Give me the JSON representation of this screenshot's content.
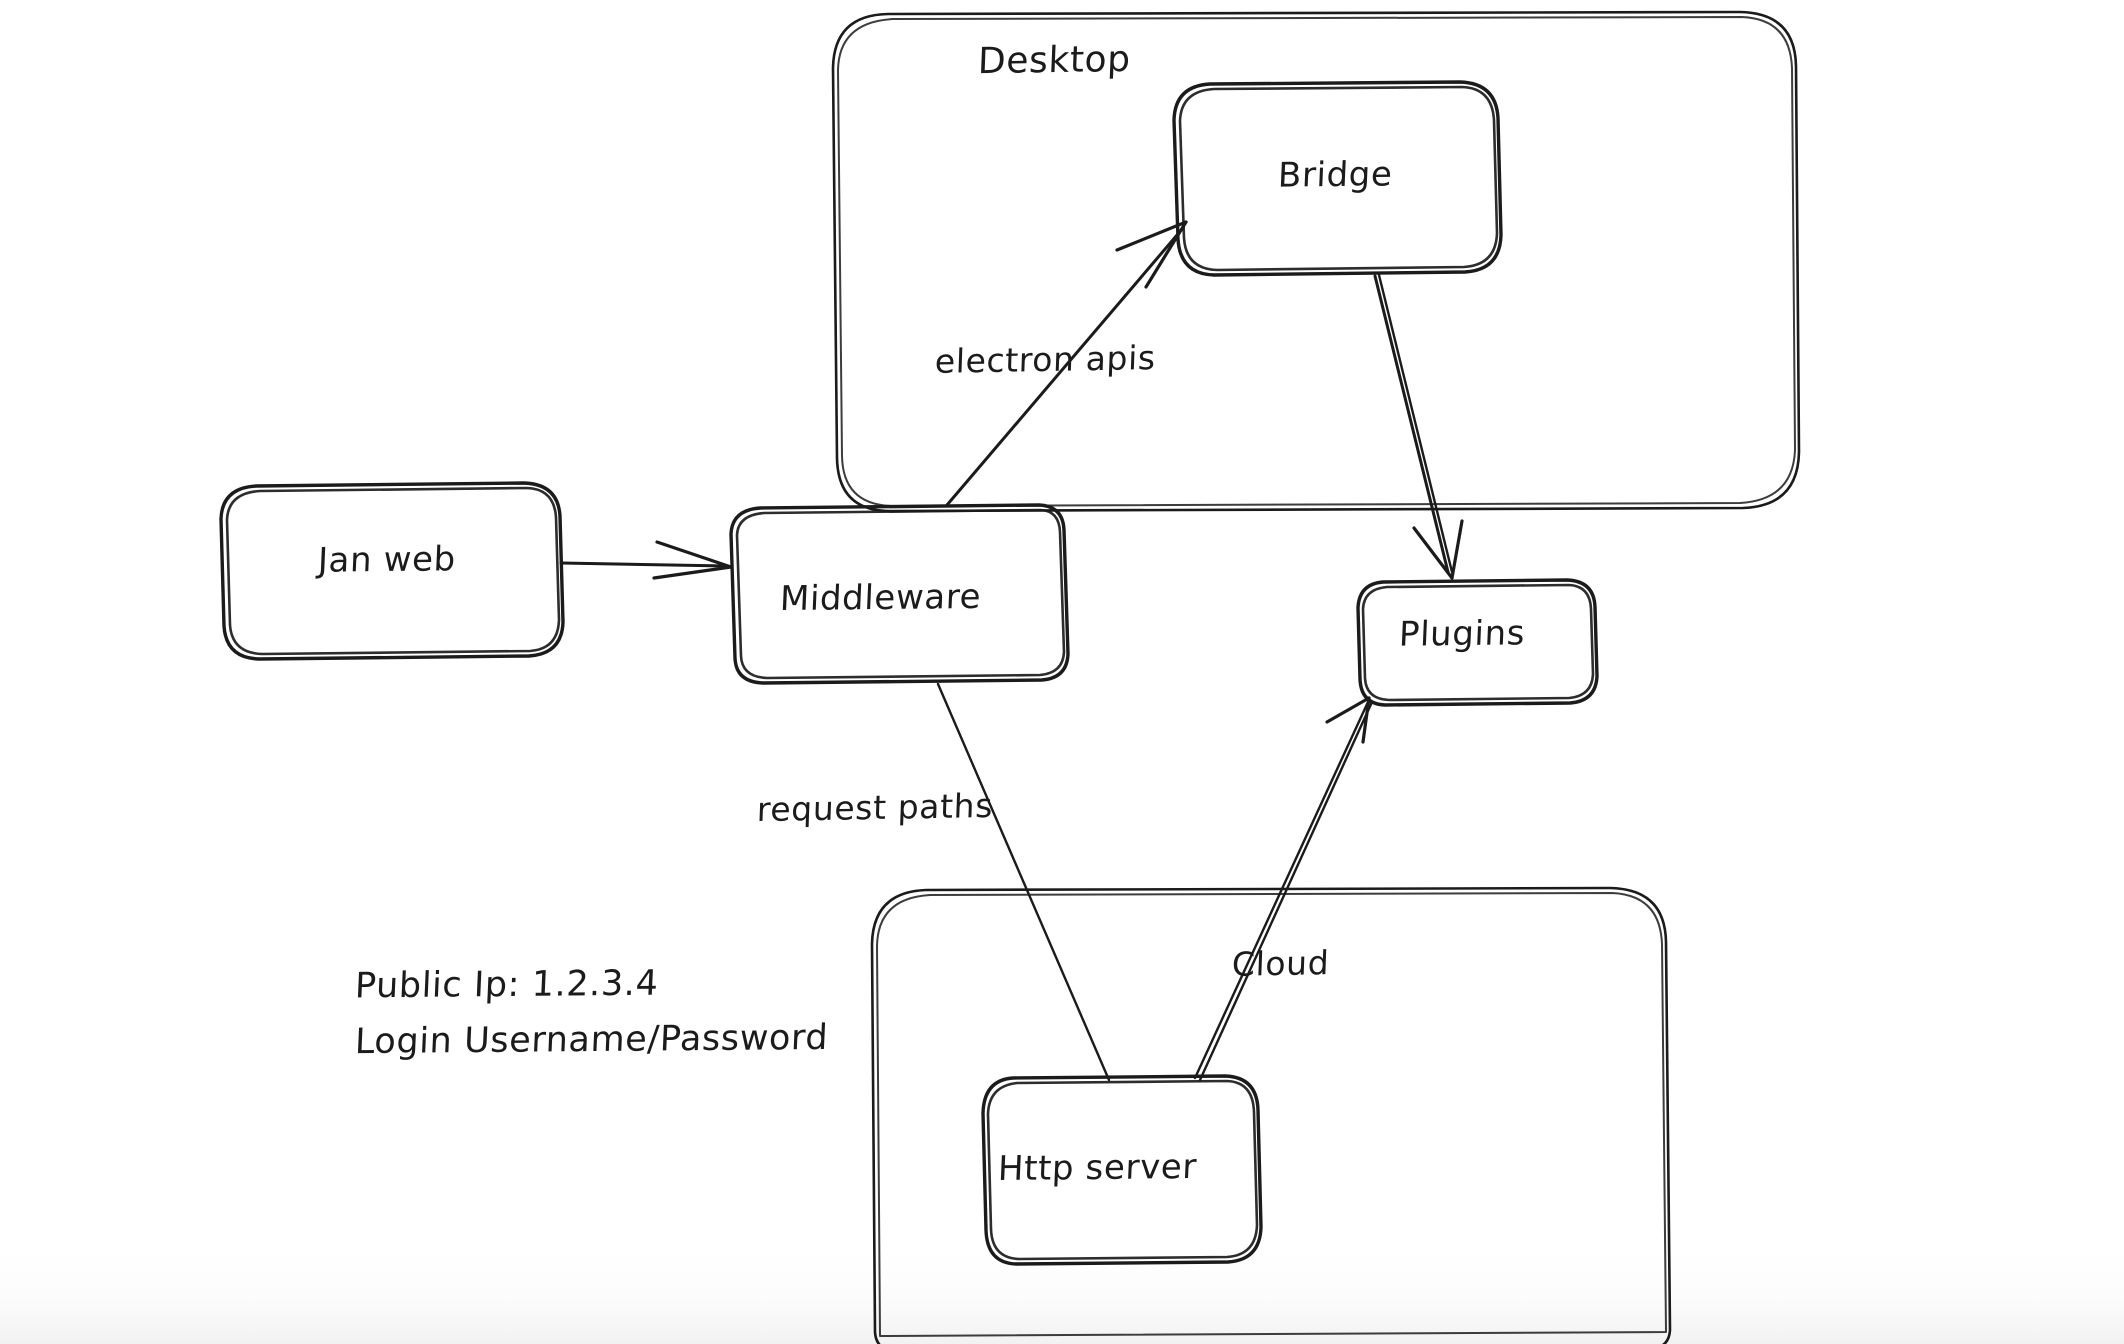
{
  "diagram": {
    "title": "Jan architecture diagram",
    "background_color": "#ffffff",
    "ink_color": "#1b1b1b",
    "style": "hand-drawn whiteboard sketch",
    "groups": [
      {
        "id": "desktop",
        "label": "Desktop"
      },
      {
        "id": "cloud",
        "label": ""
      }
    ],
    "nodes": [
      {
        "id": "jan-web",
        "label": "Jan web"
      },
      {
        "id": "middleware",
        "label": "Middleware"
      },
      {
        "id": "bridge",
        "label": "Bridge"
      },
      {
        "id": "plugins",
        "label": "Plugins"
      },
      {
        "id": "http-server",
        "label": "Http server"
      }
    ],
    "edges": [
      {
        "id": "janweb-to-middleware",
        "from": "jan-web",
        "to": "middleware",
        "label": ""
      },
      {
        "id": "middleware-to-bridge",
        "from": "middleware",
        "to": "bridge",
        "label": "electron apis"
      },
      {
        "id": "bridge-to-plugins",
        "from": "bridge",
        "to": "plugins",
        "label": ""
      },
      {
        "id": "middleware-to-httpserver",
        "from": "middleware",
        "to": "http-server",
        "label": "request paths"
      },
      {
        "id": "httpserver-to-plugins",
        "from": "http-server",
        "to": "plugins",
        "label": "Cloud"
      }
    ],
    "notes": {
      "public_ip_line": "Public Ip: 1.2.3.4",
      "login_line": "Login Username/Password"
    }
  }
}
